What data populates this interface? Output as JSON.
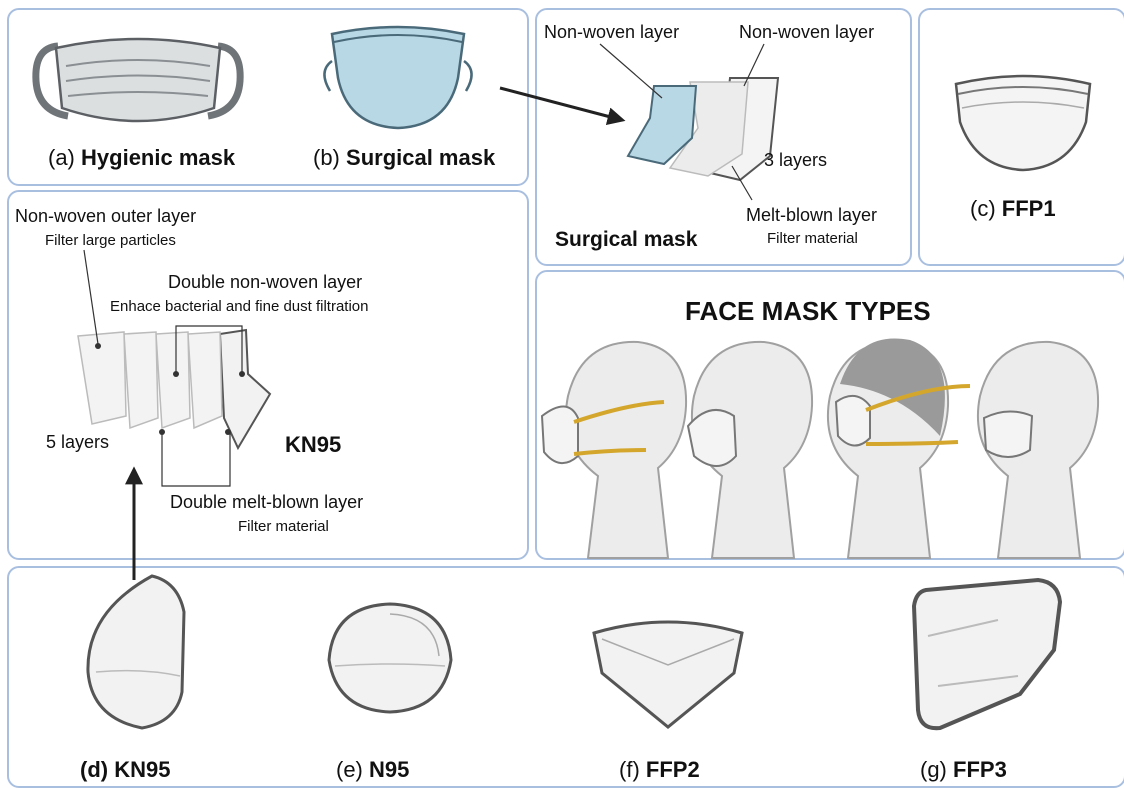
{
  "panel_a": {
    "prefix": "(a)",
    "name": "Hygienic mask"
  },
  "panel_b": {
    "prefix": "(b)",
    "name": "Surgical mask"
  },
  "panel_c": {
    "prefix": "(c)",
    "name": "FFP1"
  },
  "surgical_detail": {
    "title": "Surgical mask",
    "left_layer": "Non-woven layer",
    "right_layer": "Non-woven layer",
    "count": "3 layers",
    "melt_title": "Melt-blown layer",
    "melt_sub": "Filter material"
  },
  "kn95_detail": {
    "outer_title": "Non-woven outer layer",
    "outer_sub": "Filter large particles",
    "double_nw_title": "Double non-woven layer",
    "double_nw_sub": "Enhace bacterial and fine dust filtration",
    "count": "5 layers",
    "name": "KN95",
    "double_mb_title": "Double melt-blown layer",
    "double_mb_sub": "Filter material"
  },
  "types_panel": {
    "title": "FACE MASK TYPES"
  },
  "panel_d": {
    "prefix": "(d)",
    "name": "KN95"
  },
  "panel_e": {
    "prefix": "(e)",
    "name": "N95"
  },
  "panel_f": {
    "prefix": "(f)",
    "name": "FFP2"
  },
  "panel_g": {
    "prefix": "(g)",
    "name": "FFP3"
  },
  "colors": {
    "panel_border": "#a9bfe0",
    "surgical_blue": "#b9d8e6",
    "mask_white": "#f3f3f3",
    "strap_yellow": "#d4a72c",
    "skin_gray": "#e9e9e9"
  }
}
